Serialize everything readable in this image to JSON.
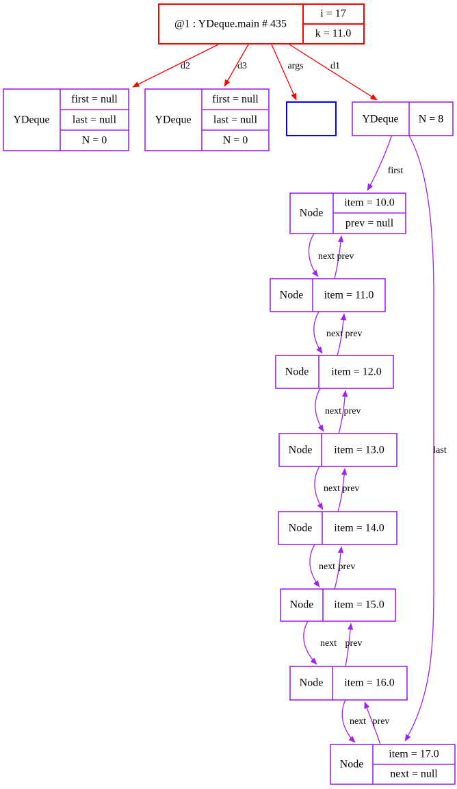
{
  "colors": {
    "frame_border": "#ff0000",
    "object_border": "#a020f0",
    "args_border": "#0000ff",
    "text": "#000000",
    "background": "#ffffff"
  },
  "frame": {
    "title": "@1 : YDeque.main # 435",
    "fields": [
      "i = 17",
      "k = 11.0"
    ]
  },
  "frame_edge_labels": {
    "d2": "d2",
    "d3": "d3",
    "args": "args",
    "d1": "d1"
  },
  "deques": [
    {
      "type": "YDeque",
      "fields": [
        "first = null",
        "last = null",
        "N = 0"
      ]
    },
    {
      "type": "YDeque",
      "fields": [
        "first = null",
        "last = null",
        "N = 0"
      ]
    },
    {
      "type": "YDeque",
      "fields": [
        "N = 8"
      ]
    }
  ],
  "deque_edge_labels": {
    "first": "first",
    "last": "last"
  },
  "link_labels": {
    "next": "next",
    "prev": "prev"
  },
  "nodes": [
    {
      "type": "Node",
      "fields": [
        "item = 10.0",
        "prev = null"
      ]
    },
    {
      "type": "Node",
      "fields": [
        "item = 11.0"
      ]
    },
    {
      "type": "Node",
      "fields": [
        "item = 12.0"
      ]
    },
    {
      "type": "Node",
      "fields": [
        "item = 13.0"
      ]
    },
    {
      "type": "Node",
      "fields": [
        "item = 14.0"
      ]
    },
    {
      "type": "Node",
      "fields": [
        "item = 15.0"
      ]
    },
    {
      "type": "Node",
      "fields": [
        "item = 16.0"
      ]
    },
    {
      "type": "Node",
      "fields": [
        "item = 17.0",
        "next = null"
      ]
    }
  ]
}
